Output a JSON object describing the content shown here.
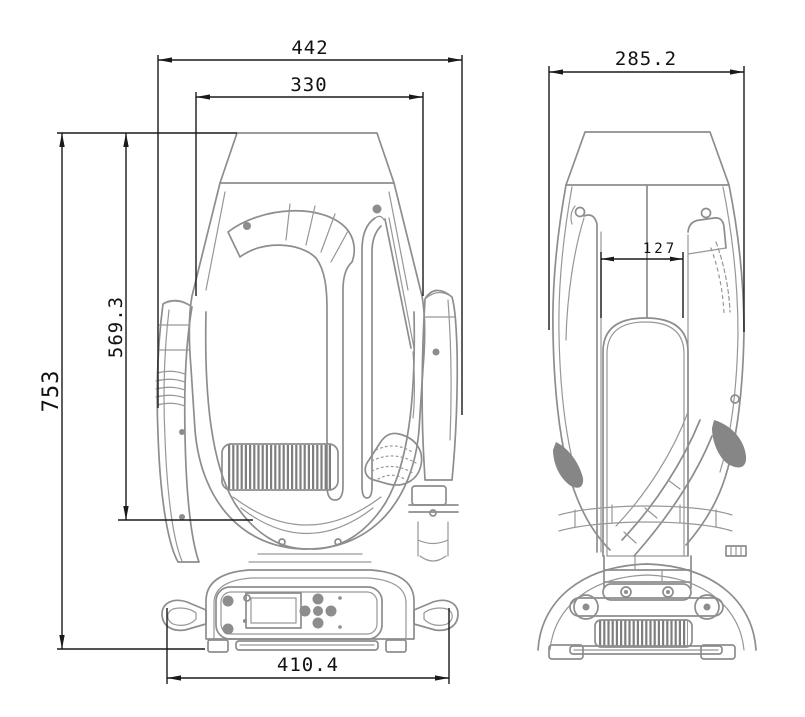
{
  "drawing": {
    "dimensions": {
      "front": {
        "overall_width": "442",
        "head_width": "330",
        "overall_height": "753",
        "upper_section_height": "569.3",
        "base_width": "410.4"
      },
      "side": {
        "overall_depth": "285.2",
        "yoke_inner_gap": "127"
      }
    },
    "colors": {
      "artwork_line": "#8d8d8d",
      "dimension_line": "#1a1a1a",
      "background": "#ffffff"
    }
  }
}
